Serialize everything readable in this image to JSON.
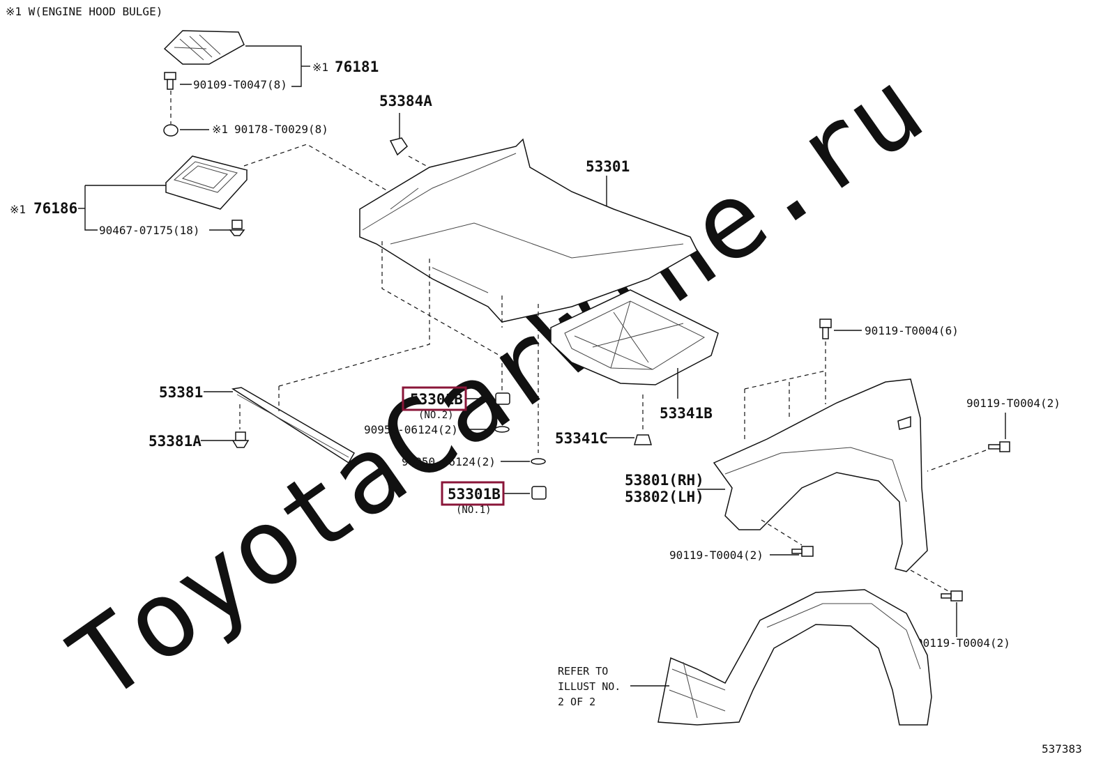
{
  "diagram": {
    "header_note": "※1 W(ENGINE HOOD BULGE)",
    "watermark": "ToyotaCarWine.ru",
    "illustration_number": "537383",
    "highlight_color": "#8a1538",
    "labels": {
      "bulge": "76181",
      "bulge_mark": "※1",
      "screw_90109": "90109-T0047(8)",
      "nut_90178_mark": "※1",
      "nut_90178": "90178-T0029(8)",
      "seal": "76186",
      "seal_mark": "※1",
      "clip_90467": "90467-07175(18)",
      "insulator_retainer": "53384A",
      "hood": "53301",
      "seal_bar": "53381",
      "clip_53381a": "53381A",
      "cushion_no2": "53301B",
      "cushion_no2_sub": "(NO.2)",
      "washer_upper": "90950-06124(2)",
      "washer_lower": "90950-06124(2)",
      "cushion_no1": "53301B",
      "cushion_no1_sub": "(NO.1)",
      "insulator": "53341B",
      "clip_53341c": "53341C",
      "bolt_top": "90119-T0004(6)",
      "bolt_right": "90119-T0004(2)",
      "fender_rh": "53801(RH)",
      "fender_lh": "53802(LH)",
      "bolt_lower": "90119-T0004(2)",
      "bolt_bottom": "90119-T0004(2)",
      "refer_line1": "REFER TO",
      "refer_line2": "ILLUST NO.",
      "refer_line3": "2 OF 2"
    }
  }
}
